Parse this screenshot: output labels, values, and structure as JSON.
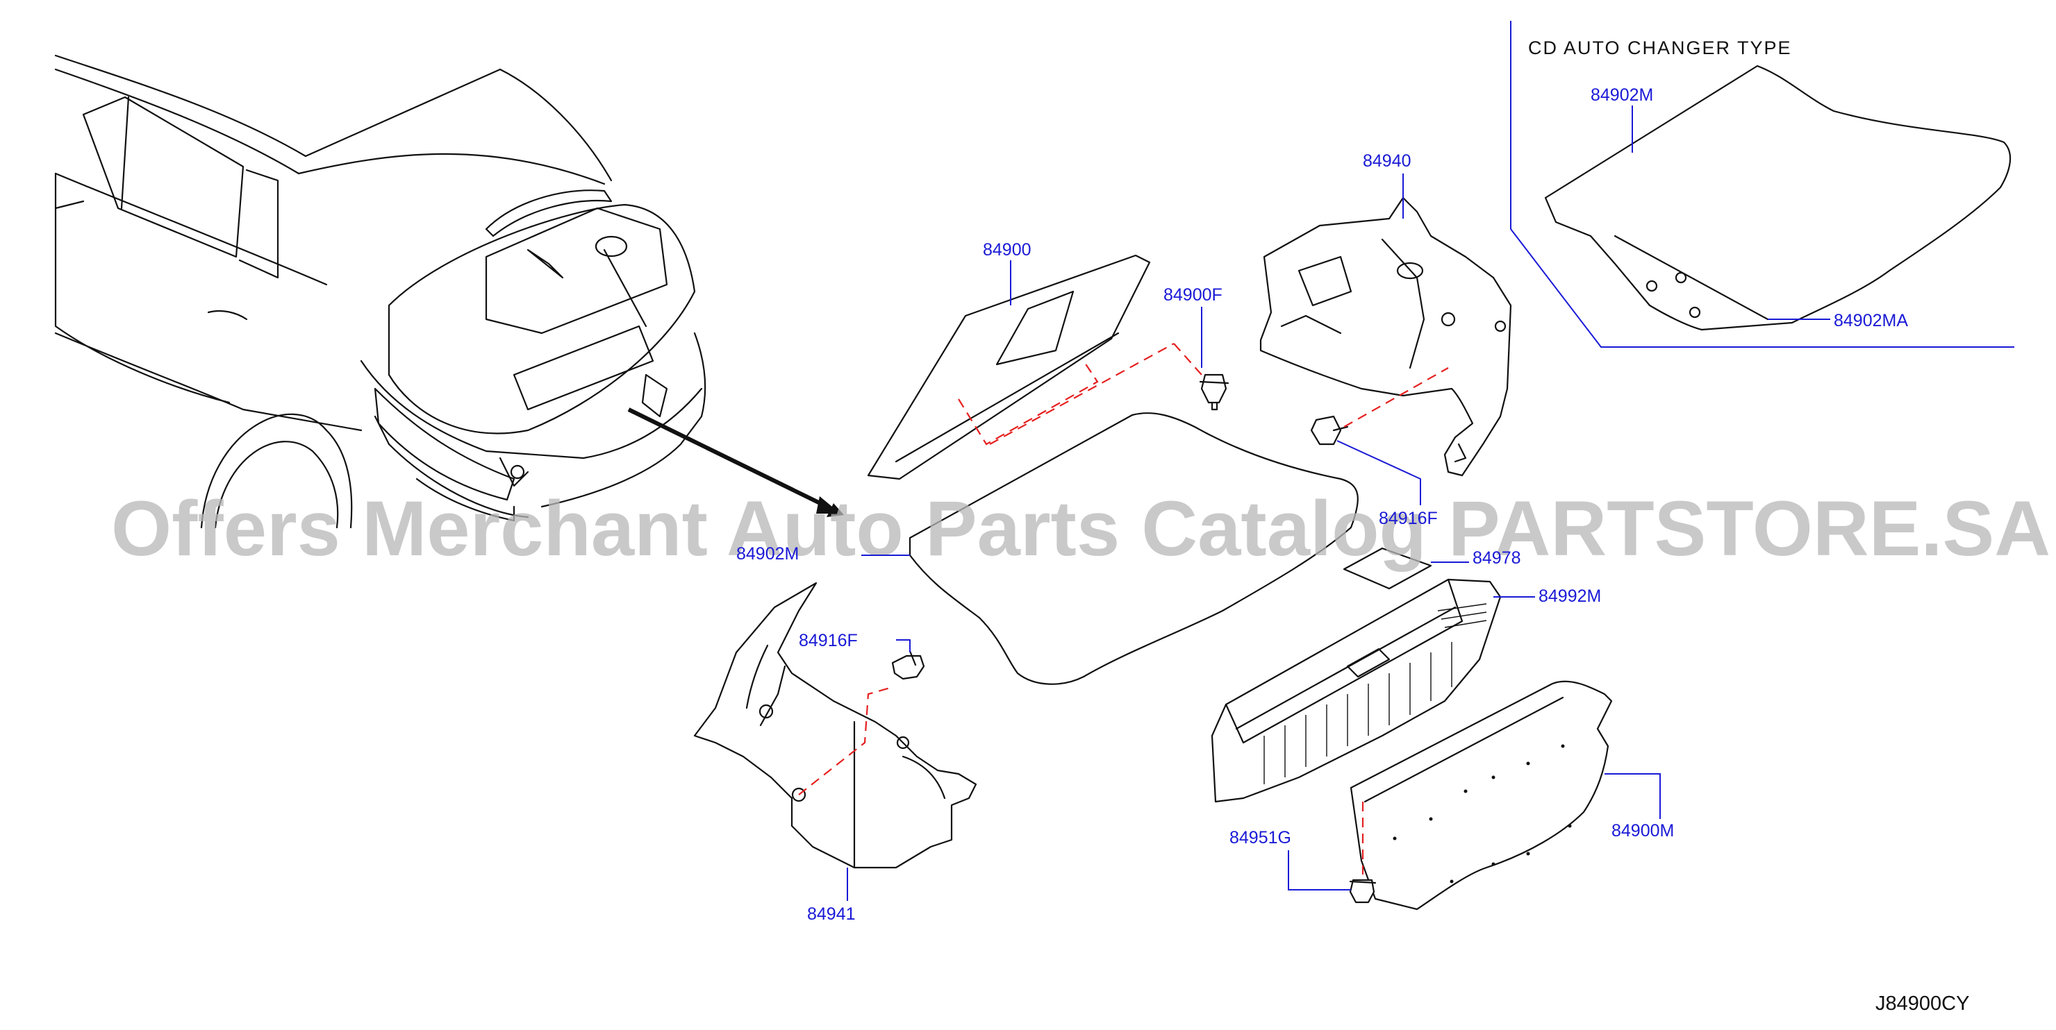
{
  "diagram": {
    "code": "J84900CY",
    "watermark": "Offers Merchant Auto Parts Catalog PARTSTORE.SA",
    "variant_title": "CD   AUTO   CHANGER   TYPE",
    "label_color": "#1a1ad6",
    "dash_color": "#e52020"
  },
  "parts": [
    {
      "id": "p84900",
      "number": "84900"
    },
    {
      "id": "p84900F",
      "number": "84900F"
    },
    {
      "id": "p84940",
      "number": "84940"
    },
    {
      "id": "p84916F_right",
      "number": "84916F"
    },
    {
      "id": "p84902M",
      "number": "84902M"
    },
    {
      "id": "p84978",
      "number": "84978"
    },
    {
      "id": "p84992M",
      "number": "84992M"
    },
    {
      "id": "p84916F_left",
      "number": "84916F"
    },
    {
      "id": "p84941",
      "number": "84941"
    },
    {
      "id": "p84951G",
      "number": "84951G"
    },
    {
      "id": "p84900M",
      "number": "84900M"
    },
    {
      "id": "p84902M_cd",
      "number": "84902M"
    },
    {
      "id": "p84902MA",
      "number": "84902MA"
    }
  ]
}
